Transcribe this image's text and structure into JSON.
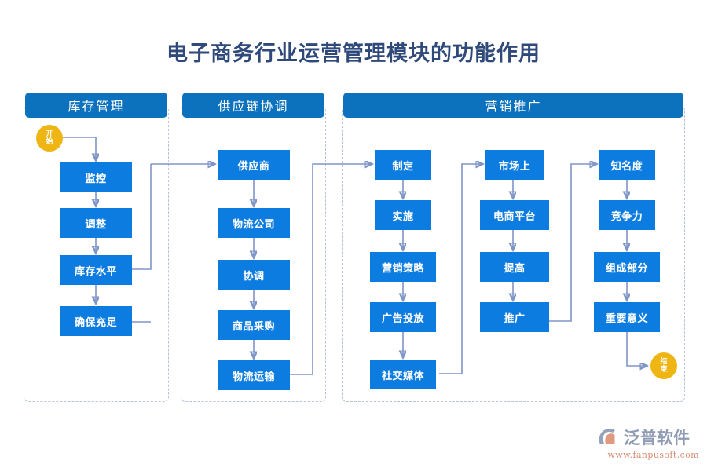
{
  "title": "电子商务行业运营管理模块的功能作用",
  "colors": {
    "node_blue": "#0d7ce0",
    "header_blue": "#0d72bd",
    "terminator_gold": "#efb512",
    "connector": "#7e95c7",
    "panel_border": "#b9c2d6",
    "title_color": "#2f4a7a",
    "logo_text": "#8f9bb3",
    "logo_url": "#d98c72"
  },
  "panels": [
    {
      "id": "inventory",
      "header": "库存管理"
    },
    {
      "id": "supplychain",
      "header": "供应链协调"
    },
    {
      "id": "marketing",
      "header": "营销推广"
    }
  ],
  "terminators": {
    "start": {
      "line1": "开",
      "line2": "始"
    },
    "end": {
      "line1": "结",
      "line2": "束"
    }
  },
  "columns": [
    {
      "id": "col-inventory",
      "panel": "inventory",
      "nodes": [
        {
          "id": "n-jiankong",
          "label": "监控"
        },
        {
          "id": "n-tiaozheng",
          "label": "调整"
        },
        {
          "id": "n-kucunshuiping",
          "label": "库存水平"
        },
        {
          "id": "n-querbaochongzu",
          "label": "确保充足"
        }
      ]
    },
    {
      "id": "col-supplychain",
      "panel": "supplychain",
      "nodes": [
        {
          "id": "n-gongyingshang",
          "label": "供应商"
        },
        {
          "id": "n-wuliugongsi",
          "label": "物流公司"
        },
        {
          "id": "n-xietiao",
          "label": "协调"
        },
        {
          "id": "n-shangpincaigou",
          "label": "商品采购"
        },
        {
          "id": "n-wuliuyunshu",
          "label": "物流运输"
        }
      ]
    },
    {
      "id": "col-marketing-1",
      "panel": "marketing",
      "nodes": [
        {
          "id": "n-zhiding",
          "label": "制定"
        },
        {
          "id": "n-shishi",
          "label": "实施"
        },
        {
          "id": "n-yingxiaocelue",
          "label": "营销策略"
        },
        {
          "id": "n-guanggaotoufang",
          "label": "广告投放"
        },
        {
          "id": "n-shejiaomeiti",
          "label": "社交媒体"
        }
      ]
    },
    {
      "id": "col-marketing-2",
      "panel": "marketing",
      "nodes": [
        {
          "id": "n-shichangshang",
          "label": "市场上"
        },
        {
          "id": "n-dianshangpingtai",
          "label": "电商平台"
        },
        {
          "id": "n-tigao",
          "label": "提高"
        },
        {
          "id": "n-tuiguang",
          "label": "推广"
        }
      ]
    },
    {
      "id": "col-marketing-3",
      "panel": "marketing",
      "nodes": [
        {
          "id": "n-zhimingdu",
          "label": "知名度"
        },
        {
          "id": "n-jingzhengli",
          "label": "竞争力"
        },
        {
          "id": "n-zuchengbufen",
          "label": "组成部分"
        },
        {
          "id": "n-zhongyaoyiyi",
          "label": "重要意义"
        }
      ]
    }
  ],
  "logo": {
    "name": "泛普软件",
    "url": "www.fanpusoft.com"
  }
}
